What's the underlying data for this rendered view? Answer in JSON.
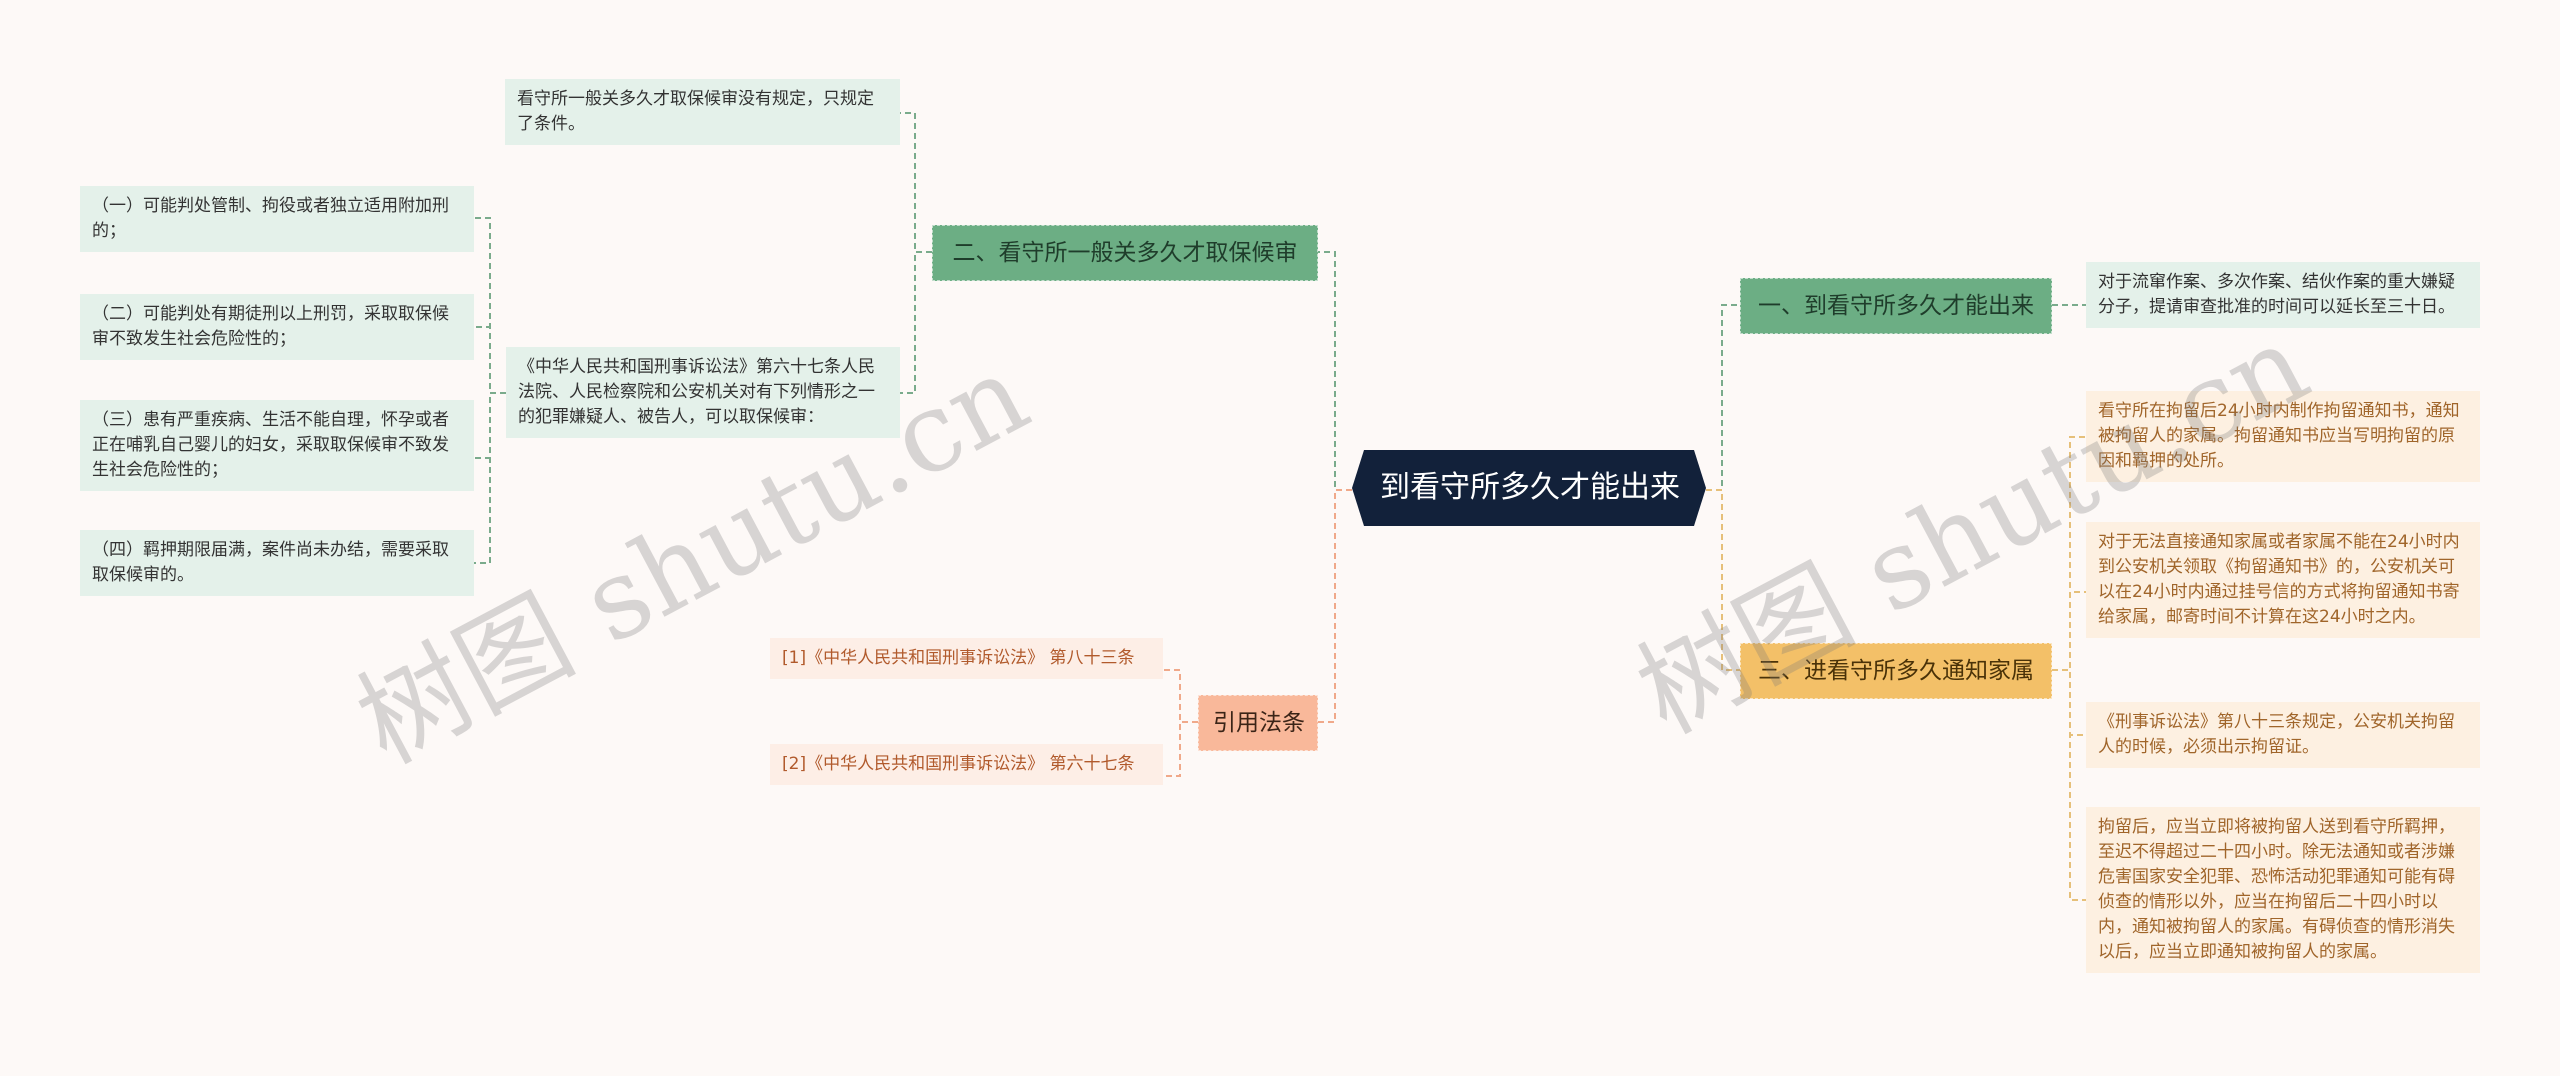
{
  "root": {
    "label": "到看守所多久才能出来"
  },
  "branches": {
    "b2": {
      "label": "二、看守所一般关多久才取保候审"
    },
    "b1": {
      "label": "一、到看守所多久才能出来"
    },
    "b3": {
      "label": "三、进看守所多久通知家属"
    },
    "cite": {
      "label": "引用法条"
    }
  },
  "leaves": {
    "l2a": "看守所一般关多久才取保候审没有规定，只规定了条件。",
    "l2b": "《中华人民共和国刑事诉讼法》第六十七条人民法院、人民检察院和公安机关对有下列情形之一的犯罪嫌疑人、被告人，可以取保候审：",
    "l2b1": "（一）可能判处管制、拘役或者独立适用附加刑的；",
    "l2b2": "（二）可能判处有期徒刑以上刑罚，采取取保候审不致发生社会危险性的；",
    "l2b3": "（三）患有严重疾病、生活不能自理，怀孕或者正在哺乳自己婴儿的妇女，采取取保候审不致发生社会危险性的；",
    "l2b4": "（四）羁押期限届满，案件尚未办结，需要采取取保候审的。",
    "c1": "[1]《中华人民共和国刑事诉讼法》 第八十三条",
    "c2": "[2]《中华人民共和国刑事诉讼法》 第六十七条",
    "l1a": "对于流窜作案、多次作案、结伙作案的重大嫌疑分子，提请审查批准的时间可以延长至三十日。",
    "l3a": "看守所在拘留后24小时内制作拘留通知书，通知被拘留人的家属。拘留通知书应当写明拘留的原因和羁押的处所。",
    "l3b": "对于无法直接通知家属或者家属不能在24小时内到公安机关领取《拘留通知书》的，公安机关可以在24小时内通过挂号信的方式将拘留通知书寄给家属，邮寄时间不计算在这24小时之内。",
    "l3c": "《刑事诉讼法》第八十三条规定，公安机关拘留人的时候，必须出示拘留证。",
    "l3d": "拘留后，应当立即将被拘留人送到看守所羁押，至迟不得超过二十四小时。除无法通知或者涉嫌危害国家安全犯罪、恐怖活动犯罪通知可能有碍侦查的情形以外，应当在拘留后二十四小时以内，通知被拘留人的家属。有碍侦查的情形消失以后，应当立即通知被拘留人的家属。"
  },
  "watermarks": [
    "树图 shutu.cn",
    "树图 shutu.cn"
  ],
  "colors": {
    "root_bg": "#12213a",
    "green_branch": "#6cae84",
    "orange_branch": "#f3c068",
    "salmon_branch": "#f9b89a",
    "green_leaf": "#e4f1ea",
    "peach_leaf": "#fdf0e1",
    "link_green": "#7aab8c",
    "link_orange": "#e6c07a",
    "link_salmon": "#f0a98a"
  }
}
